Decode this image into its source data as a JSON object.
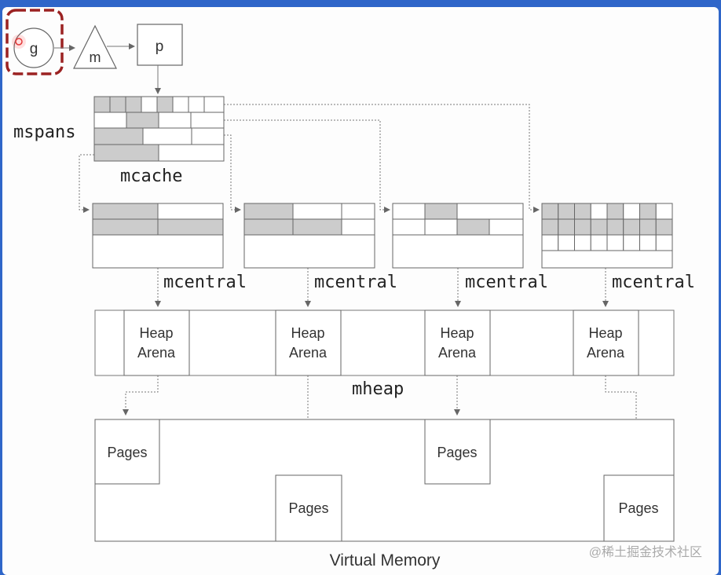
{
  "nodes": {
    "g": "g",
    "m": "m",
    "p": "p"
  },
  "labels": {
    "mspans": "mspans",
    "mcache": "mcache",
    "mcentral": "mcentral",
    "mheap": "mheap",
    "virtual_memory": "Virtual Memory",
    "heap_arena_line1": "Heap",
    "heap_arena_line2": "Arena",
    "pages": "Pages"
  },
  "watermark": "@稀土掘金技术社区",
  "colors": {
    "background": "#2f66c9",
    "canvas": "#fdfdfd",
    "stroke": "#555555",
    "span_fill": "#cccccc",
    "highlight": "#9b2222"
  }
}
